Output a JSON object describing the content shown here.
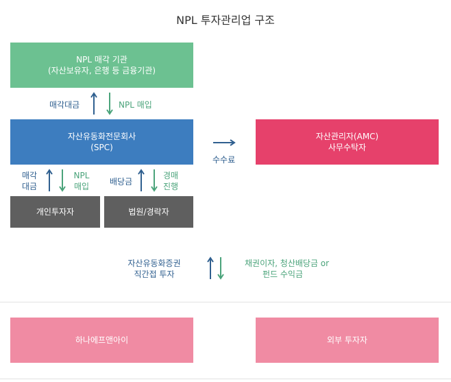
{
  "title": "NPL 투자관리업 구조",
  "colors": {
    "seller": "#6cc191",
    "spc": "#3d7dbf",
    "amc": "#e6416b",
    "investor": "#5f5f5f",
    "bottom": "#f08ba3",
    "arrow_blue": "#2f5f8f",
    "arrow_green": "#4aa37a"
  },
  "nodes": {
    "seller": {
      "line1": "NPL 매각 기관",
      "line2": "(자산보유자, 은행 등 금융기관)"
    },
    "spc": {
      "line1": "자산유동화전문회사",
      "line2": "(SPC)"
    },
    "amc": {
      "line1": "자산관리자(AMC)",
      "line2": "사무수탁자"
    },
    "individual": {
      "label": "개인투자자"
    },
    "court": {
      "label": "법원/경락자"
    },
    "hana": {
      "label": "하나에프앤아이"
    },
    "external": {
      "label": "외부 투자자"
    }
  },
  "edges": {
    "sale_price": "매각대금",
    "npl_purchase": "NPL 매입",
    "fee": "수수료",
    "left_sale": {
      "line1": "매각",
      "line2": "대금"
    },
    "left_purchase": {
      "line1": "NPL",
      "line2": "매입"
    },
    "dividend": "배당금",
    "auction": {
      "line1": "경매",
      "line2": "진행"
    },
    "direct_invest": {
      "line1": "자산유동화증권",
      "line2": "직간접 투자"
    },
    "returns": {
      "line1": "채권이자, 청산배당금 or",
      "line2": "펀드 수익금"
    }
  }
}
